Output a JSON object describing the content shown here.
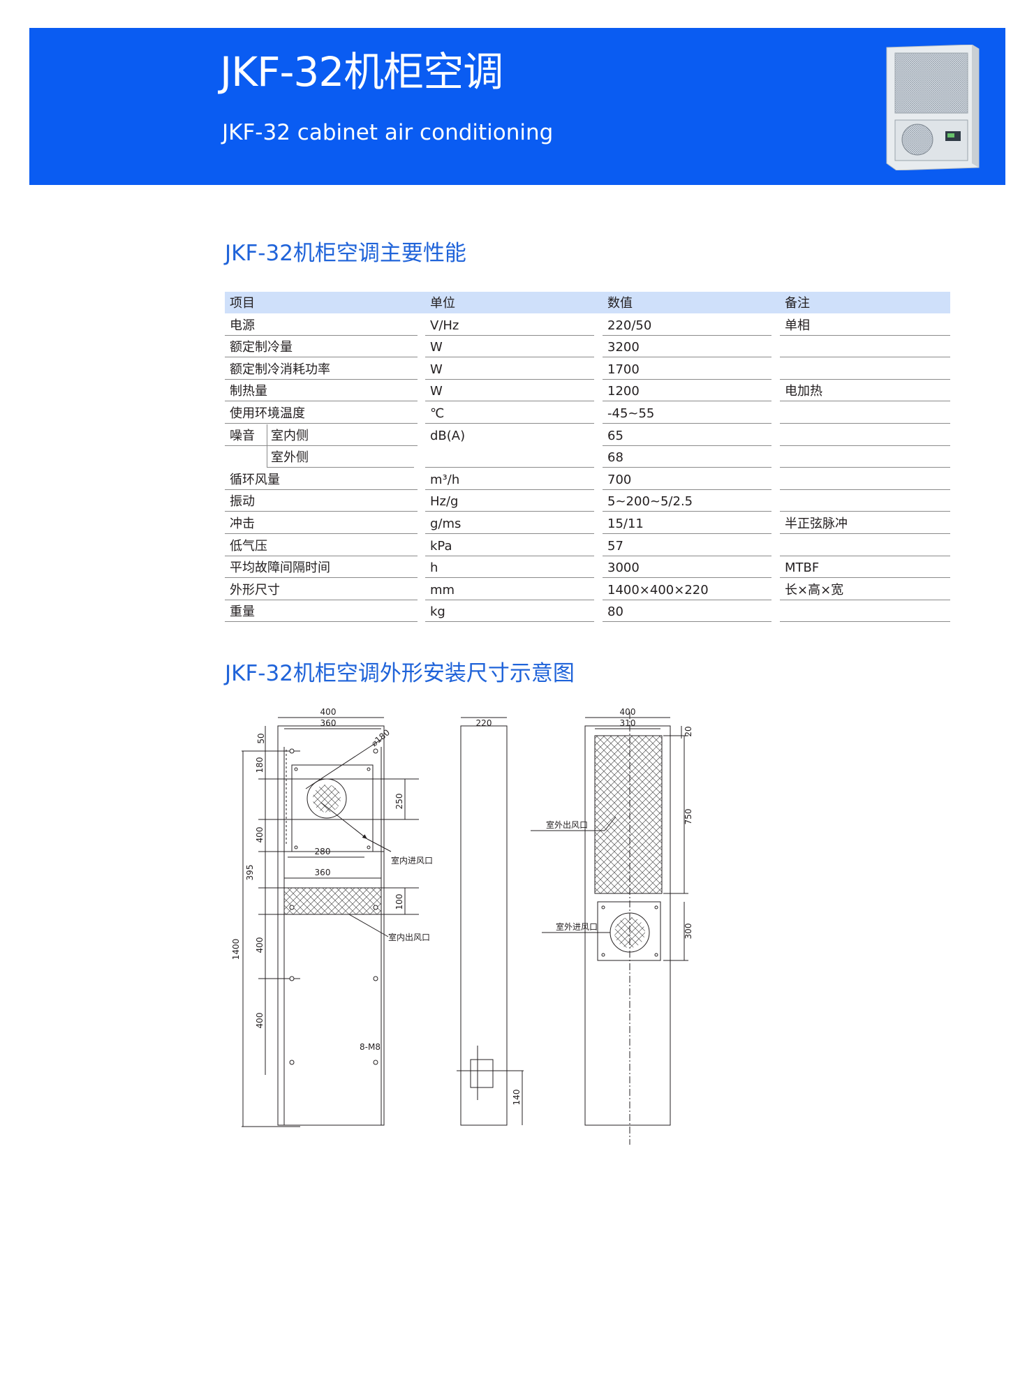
{
  "header": {
    "title": "JKF-32机柜空调",
    "subtitle": "JKF-32 cabinet air conditioning",
    "background_color": "#0a5cf2"
  },
  "specs_section": {
    "title": "JKF-32机柜空调主要性能",
    "columns": [
      "项目",
      "单位",
      "数值",
      "备注"
    ],
    "rows": [
      {
        "item": "电源",
        "unit": "V/Hz",
        "value": "220/50",
        "note": "单相"
      },
      {
        "item": "额定制冷量",
        "unit": "W",
        "value": "3200",
        "note": ""
      },
      {
        "item": "额定制冷消耗功率",
        "unit": "W",
        "value": "1700",
        "note": ""
      },
      {
        "item": "制热量",
        "unit": "W",
        "value": "1200",
        "note": "电加热"
      },
      {
        "item": "使用环境温度",
        "unit": "℃",
        "value": "-45~55",
        "note": ""
      },
      {
        "item": "噪音",
        "sub": "室内侧",
        "unit": "dB(A)",
        "value": "65",
        "note": ""
      },
      {
        "item": "",
        "sub": "室外侧",
        "unit": "",
        "value": "68",
        "note": ""
      },
      {
        "item": "循环风量",
        "unit": "m³/h",
        "value": "700",
        "note": ""
      },
      {
        "item": "振动",
        "unit": "Hz/g",
        "value": "5~200~5/2.5",
        "note": ""
      },
      {
        "item": "冲击",
        "unit": "g/ms",
        "value": "15/11",
        "note": "半正弦脉冲"
      },
      {
        "item": "低气压",
        "unit": "kPa",
        "value": "57",
        "note": ""
      },
      {
        "item": "平均故障间隔时间",
        "unit": "h",
        "value": "3000",
        "note": "MTBF"
      },
      {
        "item": "外形尺寸",
        "unit": "mm",
        "value": "1400×400×220",
        "note": "长×高×宽"
      },
      {
        "item": "重量",
        "unit": "kg",
        "value": "80",
        "note": ""
      }
    ]
  },
  "drawing_section": {
    "title": "JKF-32机柜空调外形安装尺寸示意图",
    "front": {
      "width_total": "400",
      "width_inner": "360",
      "top_offset": "50",
      "hole_pitch_top": "180",
      "fan_diameter": "⌀180",
      "fan_height": "250",
      "panel_height": "400",
      "panel_width": "280",
      "gap": "395",
      "outlet_width": "360",
      "outlet_height": "100",
      "lower_pitch_1": "400",
      "lower_pitch_2": "400",
      "total_height": "1400",
      "bolt_label": "8-M8",
      "inlet_label": "室内进风口",
      "outlet_label": "室内出风口"
    },
    "side": {
      "depth": "220",
      "bottom_offset": "140"
    },
    "back": {
      "width_total": "400",
      "grille_width": "310",
      "top_offset": "20",
      "grille_height": "750",
      "fan_panel_height": "300",
      "outlet_label": "室外出风口",
      "inlet_label": "室外进风口"
    }
  }
}
